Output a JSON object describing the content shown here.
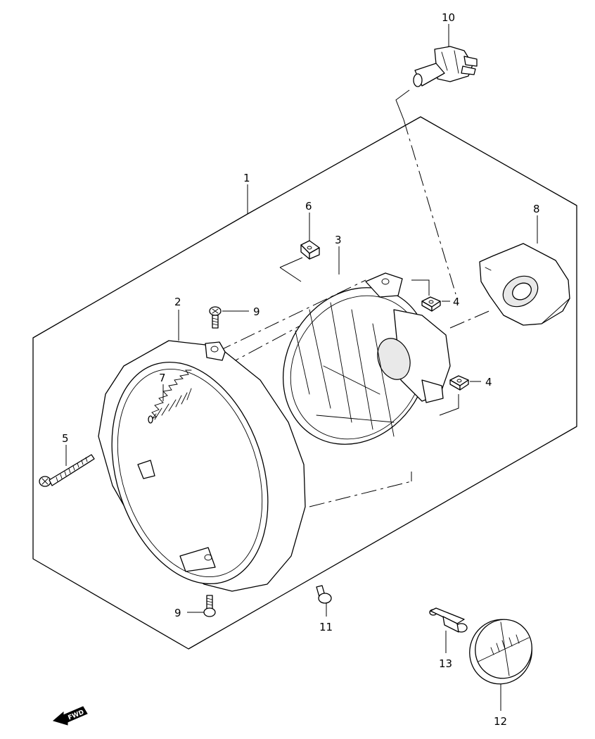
{
  "callouts": {
    "p1": "1",
    "p2": "2",
    "p3": "3",
    "p4a": "4",
    "p4b": "4",
    "p5": "5",
    "p6": "6",
    "p7": "7",
    "p8": "8",
    "p9a": "9",
    "p9b": "9",
    "p10": "10",
    "p11": "11",
    "p12": "12",
    "p13": "13"
  },
  "direction": {
    "label": "FWD",
    "icon": "forward-arrow-icon"
  }
}
